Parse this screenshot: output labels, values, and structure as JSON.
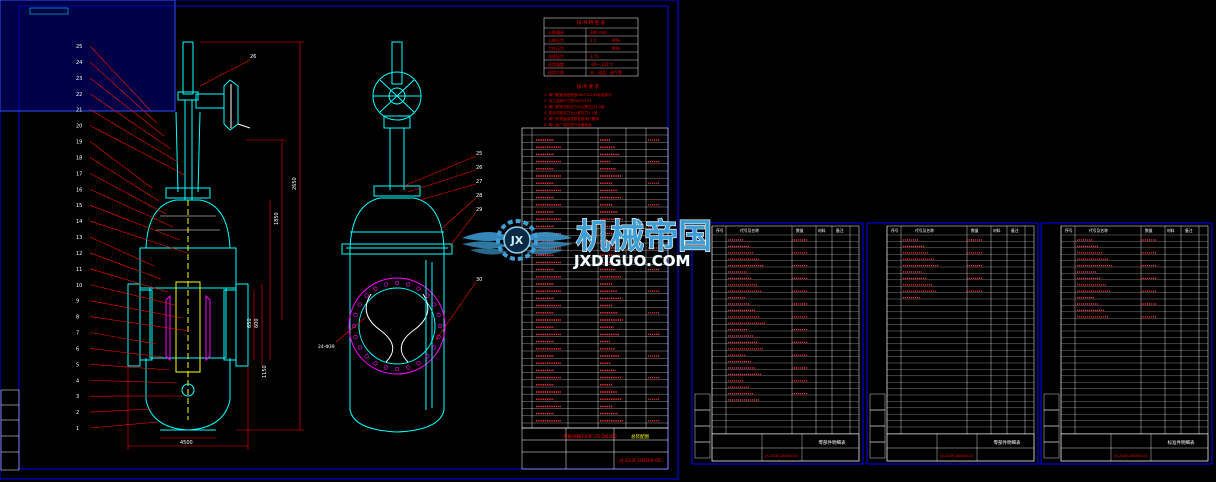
{
  "watermark": {
    "cn_text": "机械帝国",
    "en_text": "JXDIGUO.COM",
    "logo_letters": "JX"
  },
  "main_drawing": {
    "front_view_callouts": [
      "25",
      "24",
      "23",
      "22",
      "21",
      "20",
      "19",
      "18",
      "17",
      "16",
      "15",
      "14",
      "13",
      "12",
      "11",
      "10",
      "9",
      "8",
      "7",
      "6",
      "5",
      "4",
      "3",
      "2",
      "1"
    ],
    "top_callout": "26",
    "side_view_callouts": [
      "30",
      "29",
      "28",
      "27",
      "26",
      "25"
    ],
    "dimensions": {
      "overall_height": "2650",
      "body_height": "1850",
      "lower_height": "1150",
      "bore_a": "600",
      "bore_b": "650",
      "base_width": "4500",
      "flange_note": "24-Φ39"
    }
  },
  "tech_table": {
    "title": "技 术 特 性 表",
    "rows": [
      [
        "公称通径",
        "300 mm"
      ],
      [
        "公称压力",
        "2.5",
        "MPa"
      ],
      [
        "工作压力",
        "",
        "MPa"
      ],
      [
        "试验压力",
        "3.75"
      ],
      [
        "适用温度",
        "-29~ 121℃"
      ],
      [
        "适用介质",
        "水、油品、油气等"
      ]
    ]
  },
  "tech_notes": {
    "title": "技 术 要 求",
    "lines": [
      "1. 阀门制造及验收按GB/T12234标准执行",
      "2. 法兰连接尺寸按GB/T9113",
      "3. 阀门壳体试验压力为公称压力1.5倍",
      "4. 密封试验压力为公称压力1.1倍",
      "5. 阀门外表面涂漆颜色按用户要求",
      "6. 阀门出厂前应进行全面检验"
    ]
  },
  "title_block_main": {
    "drawing_title": "总装配图",
    "product": "平板闸阀Z43F-25 DN300",
    "drawing_no": "JX-Z43F-DN300-00"
  },
  "sheets": [
    {
      "header": [
        "序号",
        "代号及名称",
        "数量",
        "材料",
        "备注"
      ],
      "title": "零部件明细表",
      "drawing_no": "JX-Z43F-DN300-01"
    },
    {
      "header": [
        "序号",
        "代号及名称",
        "数量",
        "材料",
        "备注"
      ],
      "title": "零部件明细表",
      "drawing_no": "JX-Z43F-DN300-02"
    },
    {
      "header": [
        "序号",
        "代号及名称",
        "数量",
        "材料",
        "备注"
      ],
      "title": "标准件明细表",
      "drawing_no": "JX-Z43F-DN300-03"
    }
  ],
  "colors": {
    "frame": "#0000ff",
    "outline": "#00ffff",
    "dims": "#ff0000",
    "text": "#ffffff",
    "accent": "#ffff00",
    "watermark": "#3d9fd6"
  }
}
